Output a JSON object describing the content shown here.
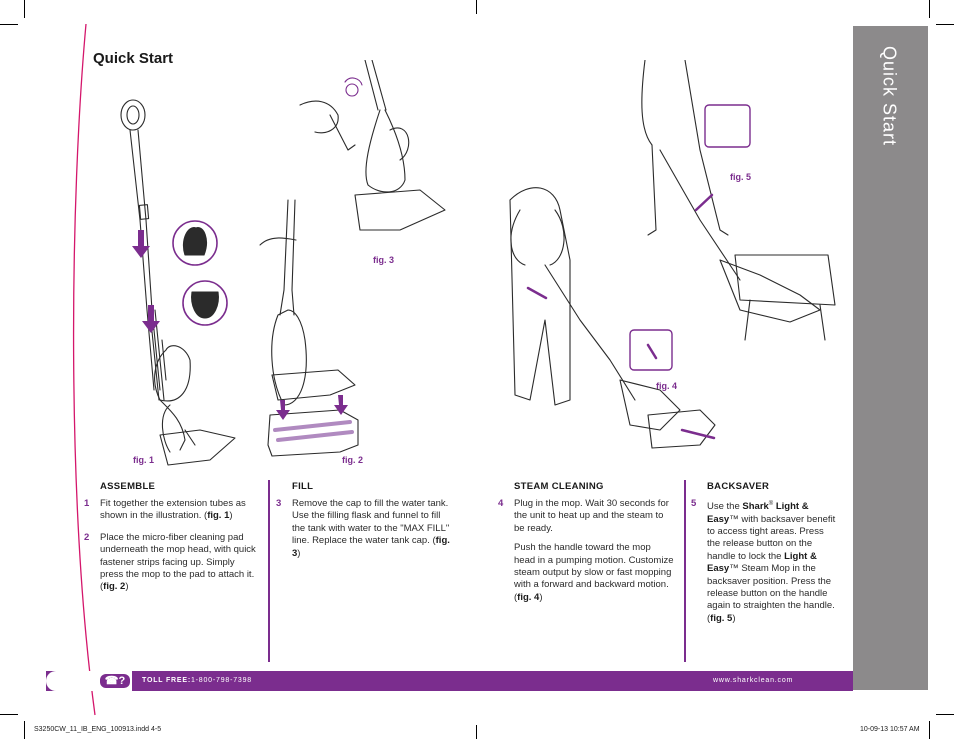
{
  "sidebar": {
    "label": "Quick Start"
  },
  "page_title": "Quick Start",
  "figures": {
    "fig1": "fig. 1",
    "fig2": "fig. 2",
    "fig3": "fig. 3",
    "fig4": "fig. 4",
    "fig5": "fig. 5"
  },
  "assemble": {
    "heading": "ASSEMBLE",
    "step1_num": "1",
    "step1_text": "Fit together the extension tubes as shown in the illustration. (",
    "step1_fig": "fig. 1",
    "step1_end": ")",
    "step2_num": "2",
    "step2_text": "Place the micro-fiber cleaning pad underneath the mop head, with quick fastener strips facing up.  Simply press the mop to the pad to attach it. (",
    "step2_fig": "fig. 2",
    "step2_end": ")"
  },
  "fill": {
    "heading": "FILL",
    "step3_num": "3",
    "step3_text": "Remove the cap to fill the water tank.  Use the filling flask and funnel to fill the tank with water to the \"MAX FILL\" line. Replace the water tank cap. (",
    "step3_fig": "fig. 3",
    "step3_end": ")"
  },
  "steam": {
    "heading": "STEAM CLEANING",
    "step4_num": "4",
    "step4_text": "Plug in the mop.  Wait 30 seconds for the unit to heat up and the steam to be ready.",
    "step4_text2": "Push the handle toward the mop head in a pumping motion. Customize steam output by slow or fast mopping with a forward and backward motion. (",
    "step4_fig": "fig. 4",
    "step4_end": ")"
  },
  "backsaver": {
    "heading": "BACKSAVER",
    "step5_num": "5",
    "step5_a": "Use the ",
    "step5_b": "Shark",
    "step5_reg": "®",
    "step5_c": " Light & Easy",
    "step5_tm": "™",
    "step5_d": " with backsaver benefit to access tight areas.  Press the release button on the handle to lock the ",
    "step5_e": "Light & Easy",
    "step5_tm2": "™",
    "step5_f": " Steam Mop in the backsaver position.  Press the release button on the handle again to straighten the handle. (",
    "step5_fig": "fig. 5",
    "step5_end": ")"
  },
  "footer": {
    "phone_icon": "phone-icon",
    "phone_glyph": "☎?",
    "toll_label": "TOLL FREE:",
    "toll_number": "1-800-798-7398",
    "website": "www.sharkclean.com"
  },
  "slug": {
    "file": "S3250CW_11_IB_ENG_100913.indd   4-5",
    "date": "10-09-13   10:57 AM"
  },
  "colors": {
    "accent": "#7b2d8e",
    "sidebar": "#8c8a8b",
    "magenta_rule": "#d4166b"
  }
}
